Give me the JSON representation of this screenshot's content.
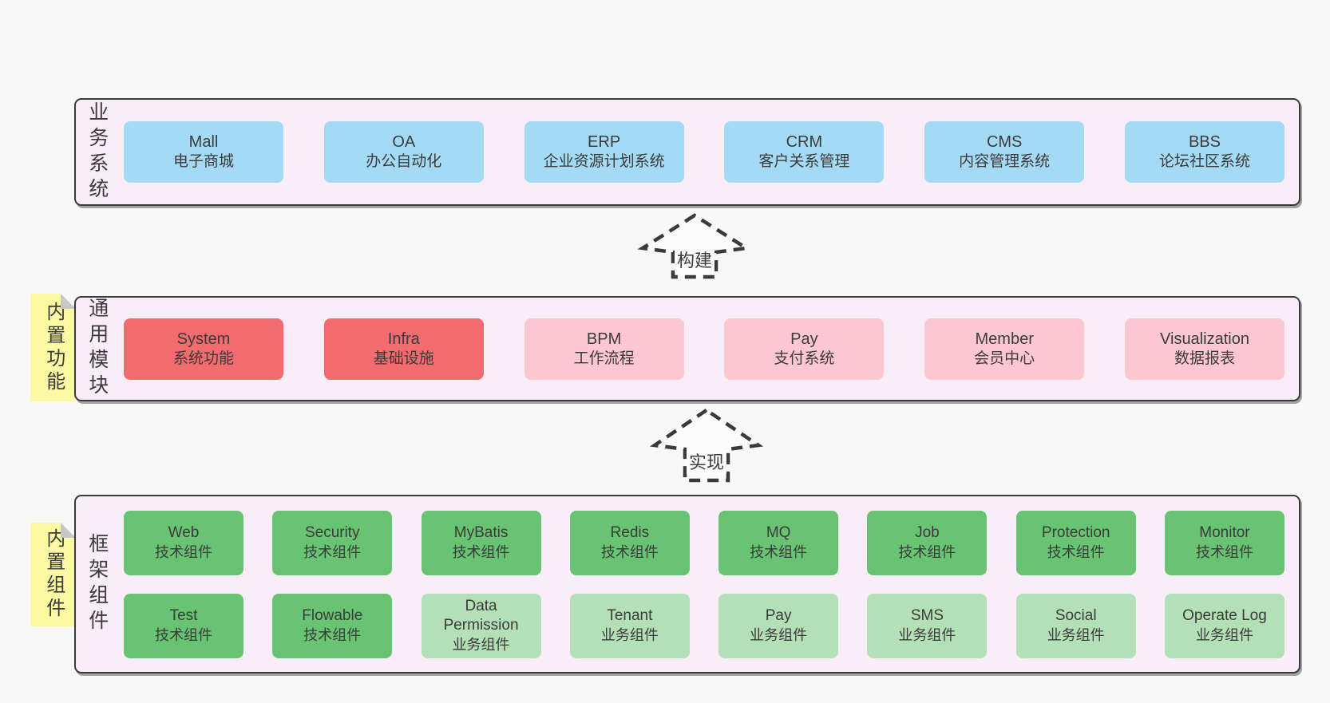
{
  "arrows": [
    {
      "label": "构建"
    },
    {
      "label": "实现"
    }
  ],
  "layers": [
    {
      "side_label": "业务系统",
      "note": "",
      "rows": [
        [
          {
            "name": "Mall",
            "desc": "电子商城",
            "variant": "blue"
          },
          {
            "name": "OA",
            "desc": "办公自动化",
            "variant": "blue"
          },
          {
            "name": "ERP",
            "desc": "企业资源计划系统",
            "variant": "blue"
          },
          {
            "name": "CRM",
            "desc": "客户关系管理",
            "variant": "blue"
          },
          {
            "name": "CMS",
            "desc": "内容管理系统",
            "variant": "blue"
          },
          {
            "name": "BBS",
            "desc": "论坛社区系统",
            "variant": "blue"
          }
        ]
      ]
    },
    {
      "side_label": "通用模块",
      "note": "内置功能",
      "rows": [
        [
          {
            "name": "System",
            "desc": "系统功能",
            "variant": "red"
          },
          {
            "name": "Infra",
            "desc": "基础设施",
            "variant": "red"
          },
          {
            "name": "BPM",
            "desc": "工作流程",
            "variant": "pink"
          },
          {
            "name": "Pay",
            "desc": "支付系统",
            "variant": "pink"
          },
          {
            "name": "Member",
            "desc": "会员中心",
            "variant": "pink"
          },
          {
            "name": "Visualization",
            "desc": "数据报表",
            "variant": "pink"
          }
        ]
      ]
    },
    {
      "side_label": "框架组件",
      "note": "内置组件",
      "rows": [
        [
          {
            "name": "Web",
            "desc": "技术组件",
            "variant": "green"
          },
          {
            "name": "Security",
            "desc": "技术组件",
            "variant": "green"
          },
          {
            "name": "MyBatis",
            "desc": "技术组件",
            "variant": "green"
          },
          {
            "name": "Redis",
            "desc": "技术组件",
            "variant": "green"
          },
          {
            "name": "MQ",
            "desc": "技术组件",
            "variant": "green"
          },
          {
            "name": "Job",
            "desc": "技术组件",
            "variant": "green"
          },
          {
            "name": "Protection",
            "desc": "技术组件",
            "variant": "green"
          },
          {
            "name": "Monitor",
            "desc": "技术组件",
            "variant": "green"
          }
        ],
        [
          {
            "name": "Test",
            "desc": "技术组件",
            "variant": "green"
          },
          {
            "name": "Flowable",
            "desc": "技术组件",
            "variant": "green"
          },
          {
            "name": "Data Permission",
            "desc": "业务组件",
            "variant": "lightgreen"
          },
          {
            "name": "Tenant",
            "desc": "业务组件",
            "variant": "lightgreen"
          },
          {
            "name": "Pay",
            "desc": "业务组件",
            "variant": "lightgreen"
          },
          {
            "name": "SMS",
            "desc": "业务组件",
            "variant": "lightgreen"
          },
          {
            "name": "Social",
            "desc": "业务组件",
            "variant": "lightgreen"
          },
          {
            "name": "Operate Log",
            "desc": "业务组件",
            "variant": "lightgreen"
          }
        ]
      ]
    }
  ],
  "colors": {
    "blue": "#a5daf5",
    "red": "#f26b6e",
    "pink": "#fdc7d1",
    "green": "#68c472",
    "lightgreen": "#b3e0b6",
    "panel_bg": "#f9edf7",
    "note_bg": "#fbf9a3",
    "border": "#3a3a3a",
    "page_bg": "#f8f8f8",
    "text": "#3b3b3b"
  }
}
